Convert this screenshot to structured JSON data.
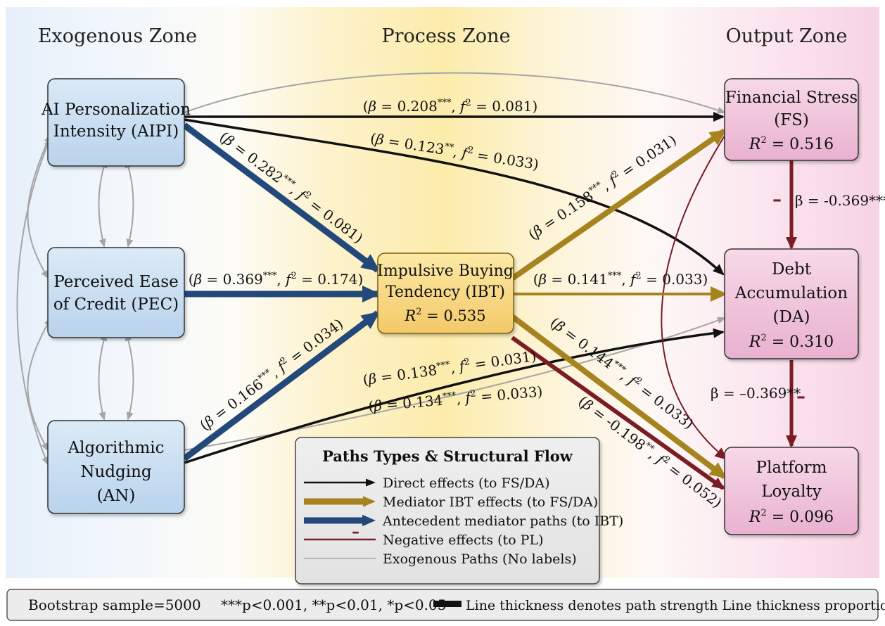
{
  "zones": {
    "exogenous": "Exogenous Zone",
    "process": "Process Zone",
    "output": "Output Zone"
  },
  "nodes": {
    "aipi": {
      "lines": [
        "AI Personalization",
        "Intensity (AIPI)"
      ]
    },
    "pec": {
      "lines": [
        "Perceived Ease",
        "of Credit (PEC)"
      ]
    },
    "an": {
      "lines": [
        "Algorithmic",
        "Nudging",
        "(AN)"
      ]
    },
    "ibt": {
      "lines": [
        "Impulsive Buying",
        "Tendency (IBT)"
      ],
      "r2": "0.535"
    },
    "fs": {
      "lines": [
        "Financial Stress",
        "(FS)"
      ],
      "r2": "0.516"
    },
    "da": {
      "lines": [
        "Debt",
        "Accumulation",
        "(DA)"
      ],
      "r2": "0.310"
    },
    "pl": {
      "lines": [
        "Platform",
        "Loyalty"
      ],
      "r2": "0.096"
    }
  },
  "paths": {
    "aipi_fs": {
      "beta": "0.208",
      "sig": "***",
      "f2": "0.081"
    },
    "aipi_da": {
      "beta": "0.123",
      "sig": "**",
      "f2": "0.033"
    },
    "aipi_ibt": {
      "beta": "0.282",
      "sig": "***",
      "f2": "0.081"
    },
    "pec_ibt": {
      "beta": "0.369",
      "sig": "***",
      "f2": "0.174"
    },
    "an_ibt": {
      "beta": "0.166",
      "sig": "***",
      "f2": "0.034"
    },
    "an_da": {
      "beta": "0.138",
      "sig": "***",
      "f2": "0.031"
    },
    "an_fs_gray": {
      "beta": "0.134",
      "sig": "***",
      "f2": "0.033"
    },
    "ibt_fs": {
      "beta": "0.158",
      "sig": "***",
      "f2": "0.031"
    },
    "ibt_da": {
      "beta": "0.141",
      "sig": "***",
      "f2": "0.033"
    },
    "ibt_pl": {
      "beta": "0.144",
      "sig": "***",
      "f2": "0.033"
    },
    "ibt_pl_neg": {
      "beta": "-0.198",
      "sig": "**",
      "f2": "0.052"
    },
    "fs_da": {
      "text": "β = -0.369***",
      "minus": "–"
    },
    "da_pl": {
      "text": "β = –0.369**",
      "minus": "–"
    }
  },
  "legend": {
    "title": "Paths Types & Structural Flow",
    "items": [
      {
        "label": "Direct effects (to FS/DA)",
        "color": "#111111"
      },
      {
        "label": "Mediator IBT effects (to FS/DA)",
        "color": "#a5841f"
      },
      {
        "label": "Antecedent mediator paths (to IBT)",
        "color": "#23497a"
      },
      {
        "label": "Negative effects (to PL)",
        "color": "#7a1c24",
        "mark": "–"
      },
      {
        "label": "Exogenous Paths (No labels)",
        "color": "#aaaaaa"
      }
    ]
  },
  "footer": {
    "bootstrap": "Bootstrap sample=5000",
    "pvalues": "***p<0.001, **p<0.01, *p<0.05",
    "thickness": "Line thickness denotes path strength Line thickness proportional to β"
  },
  "colors": {
    "direct": "#111111",
    "mediator": "#a5841f",
    "antecedent": "#23497a",
    "negative": "#7a1c24",
    "exogenous": "#aaaaaa",
    "blue_box": "#cfe2f3",
    "yellow_box": "#f8dc8a",
    "pink_box": "#efc3dc"
  }
}
